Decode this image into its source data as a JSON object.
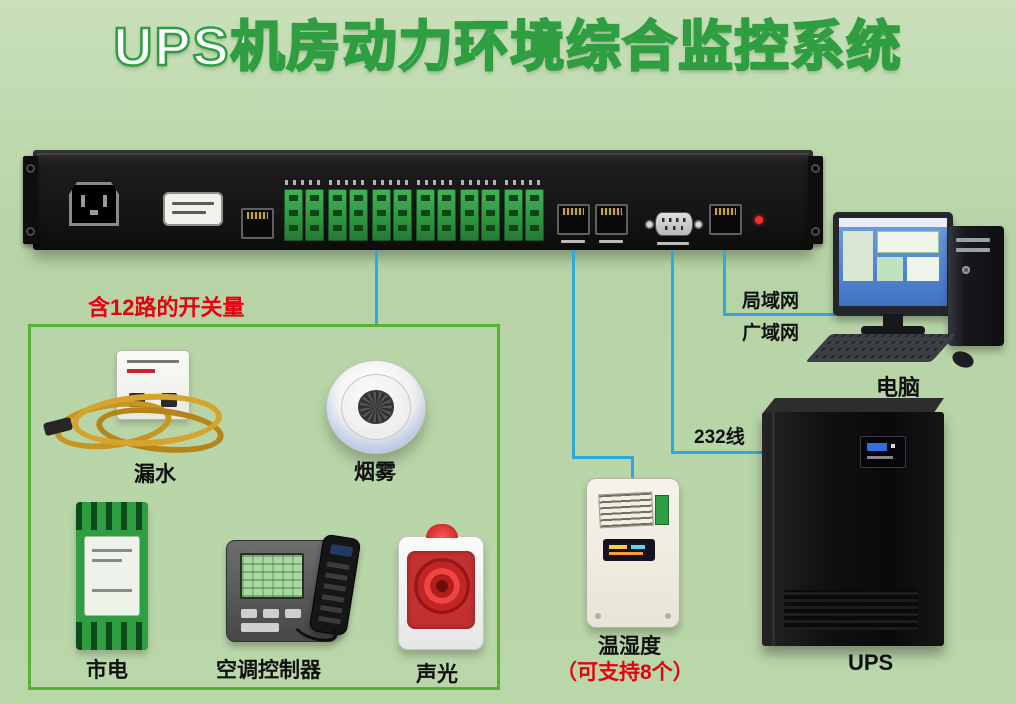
{
  "title": "UPS机房动力环境综合监控系统",
  "annotations": {
    "switch_channels": "含12路的开关量",
    "lan": "局域网",
    "wan": "广域网",
    "rs232": "232线",
    "temphum_note": "（可支持8个）"
  },
  "labels": {
    "leak": "漏水",
    "smoke": "烟雾",
    "mains": "市电",
    "ac_controller": "空调控制器",
    "sound_light": "声光",
    "temp_humidity": "温湿度",
    "computer": "电脑",
    "ups": "UPS"
  },
  "colors": {
    "background": "#b9d6a8",
    "title_fill": "#ffffff",
    "title_stroke": "#2f9e41",
    "highlight_red": "#e8000f",
    "line_blue": "#2fa8e0",
    "box_green": "#55b233"
  }
}
